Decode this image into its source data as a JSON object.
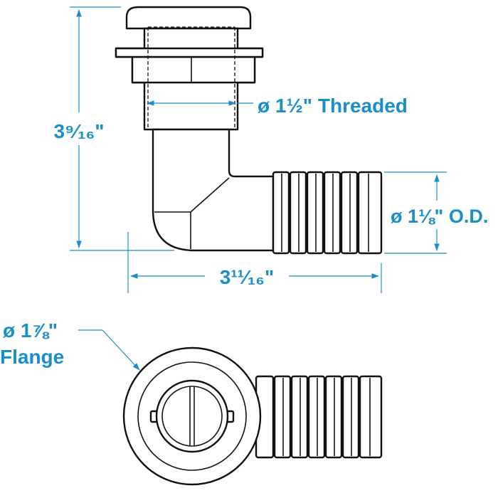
{
  "diagram": {
    "accent_color": "#1a8fc7",
    "line_color": "#111111",
    "labels": {
      "height": "3⁹⁄₁₆\"",
      "thread": "ø 1½\" Threaded",
      "outer_diameter": "ø 1⅛\" O.D.",
      "width": "3¹¹⁄₁₆\"",
      "flange_size": "ø 1⅞\"",
      "flange_word": "Flange"
    }
  }
}
